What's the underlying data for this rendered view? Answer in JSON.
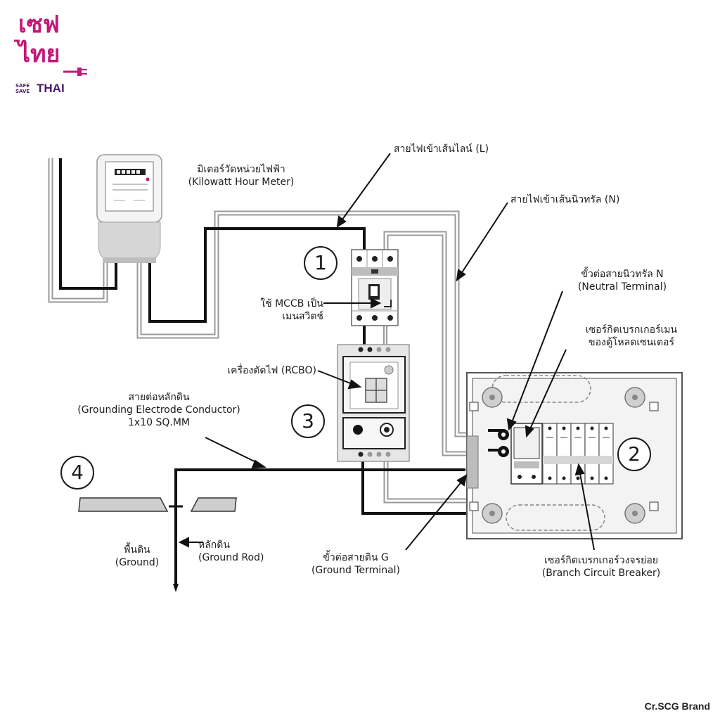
{
  "logo": {
    "line1": "เซฟ",
    "line2": "ไทย",
    "sub1": "SAFE",
    "sub2": "SAVE",
    "word": "THAI",
    "color": "#c2187a"
  },
  "labels": {
    "meter": [
      "มิเตอร์วัดหน่วยไฟฟ้า",
      "(Kilowatt Hour Meter)"
    ],
    "line_in": [
      "สายไฟเข้าเส้นไลน์ (L)"
    ],
    "neutral_in": [
      "สายไฟเข้าเส้นนิวทรัล (N)"
    ],
    "mccb": [
      "ใช้ MCCB เป็น",
      "เมนสวิตช์"
    ],
    "neutral_terminal": [
      "ขั้วต่อสายนิวทรัล N",
      "(Neutral Terminal)"
    ],
    "main_breaker": [
      "เซอร์กิตเบรกเกอร์เมน",
      "ของตู้โหลดเซนเตอร์"
    ],
    "rcbo": [
      "เครื่องตัดไฟ (RCBO)"
    ],
    "gec": [
      "สายต่อหลักดิน",
      "(Grounding Electrode Conductor)",
      "1x10 SQ.MM"
    ],
    "ground": [
      "พื้นดิน",
      "(Ground)"
    ],
    "ground_rod": [
      "หลักดิน",
      "(Ground Rod)"
    ],
    "ground_terminal": [
      "ขั้วต่อสายดิน G",
      "(Ground Terminal)"
    ],
    "branch_breaker": [
      "เซอร์กิตเบรกเกอร์วงจรย่อย",
      "(Branch Circuit Breaker)"
    ]
  },
  "numbers": {
    "n1": "1",
    "n2": "2",
    "n3": "3",
    "n4": "4"
  },
  "credit": "Cr.SCG Brand"
}
